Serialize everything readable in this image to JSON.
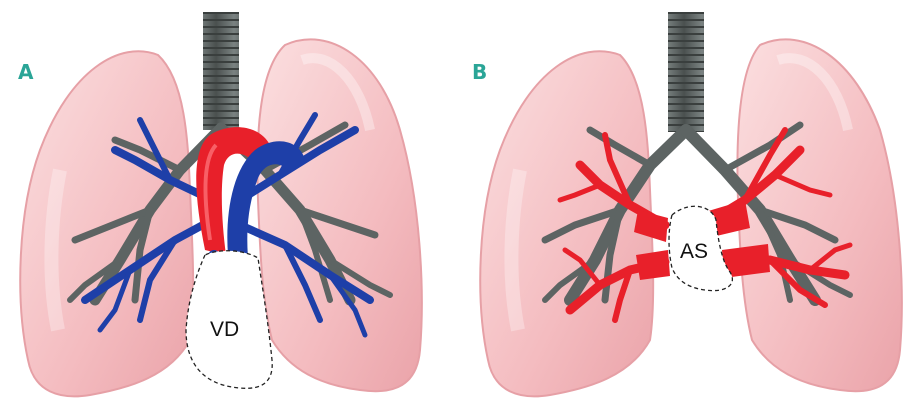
{
  "panels": [
    {
      "letter": "A",
      "chamber": "VD",
      "vessel_color": "#1e3fa8"
    },
    {
      "letter": "B",
      "chamber": "AS",
      "vessel_color": "#e8202a"
    }
  ],
  "colors": {
    "lung_fill": "#f6c7c9",
    "lung_edge": "#e9a3a8",
    "airway": "#5d6463",
    "airway_dark": "#3f4443",
    "aorta": "#e8202a",
    "vein": "#1e3fa8",
    "letter": "#2aa597"
  }
}
